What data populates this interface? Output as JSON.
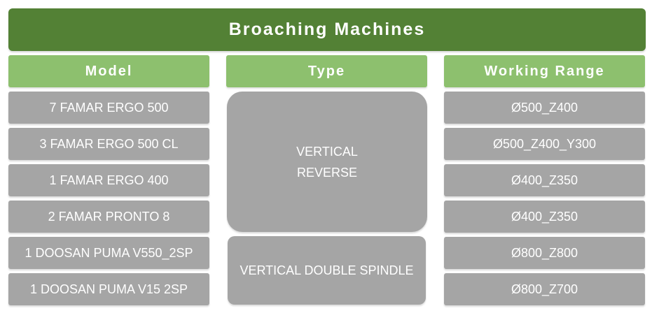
{
  "title": "Broaching Machines",
  "headers": {
    "model": "Model",
    "type": "Type",
    "working_range": "Working Range"
  },
  "rows": [
    {
      "model": "7 FAMAR ERGO 500",
      "range": "Ø500_Z400"
    },
    {
      "model": "3 FAMAR ERGO 500 CL",
      "range": "Ø500_Z400_Y300"
    },
    {
      "model": "1 FAMAR ERGO 400",
      "range": "Ø400_Z350"
    },
    {
      "model": "2 FAMAR PRONTO 8",
      "range": "Ø400_Z350"
    },
    {
      "model": "1 DOOSAN PUMA V550_2SP",
      "range": "Ø800_Z800"
    },
    {
      "model": "1 DOOSAN PUMA V15 2SP",
      "range": "Ø800_Z700"
    }
  ],
  "types": {
    "vertical_reverse_line1": "VERTICAL",
    "vertical_reverse_line2": "REVERSE",
    "vertical_double_spindle": "VERTICAL DOUBLE SPINDLE"
  },
  "colors": {
    "title_bg": "#538135",
    "header_bg": "#8dc06e",
    "cell_bg": "#a5a5a5",
    "text": "#ffffff"
  }
}
